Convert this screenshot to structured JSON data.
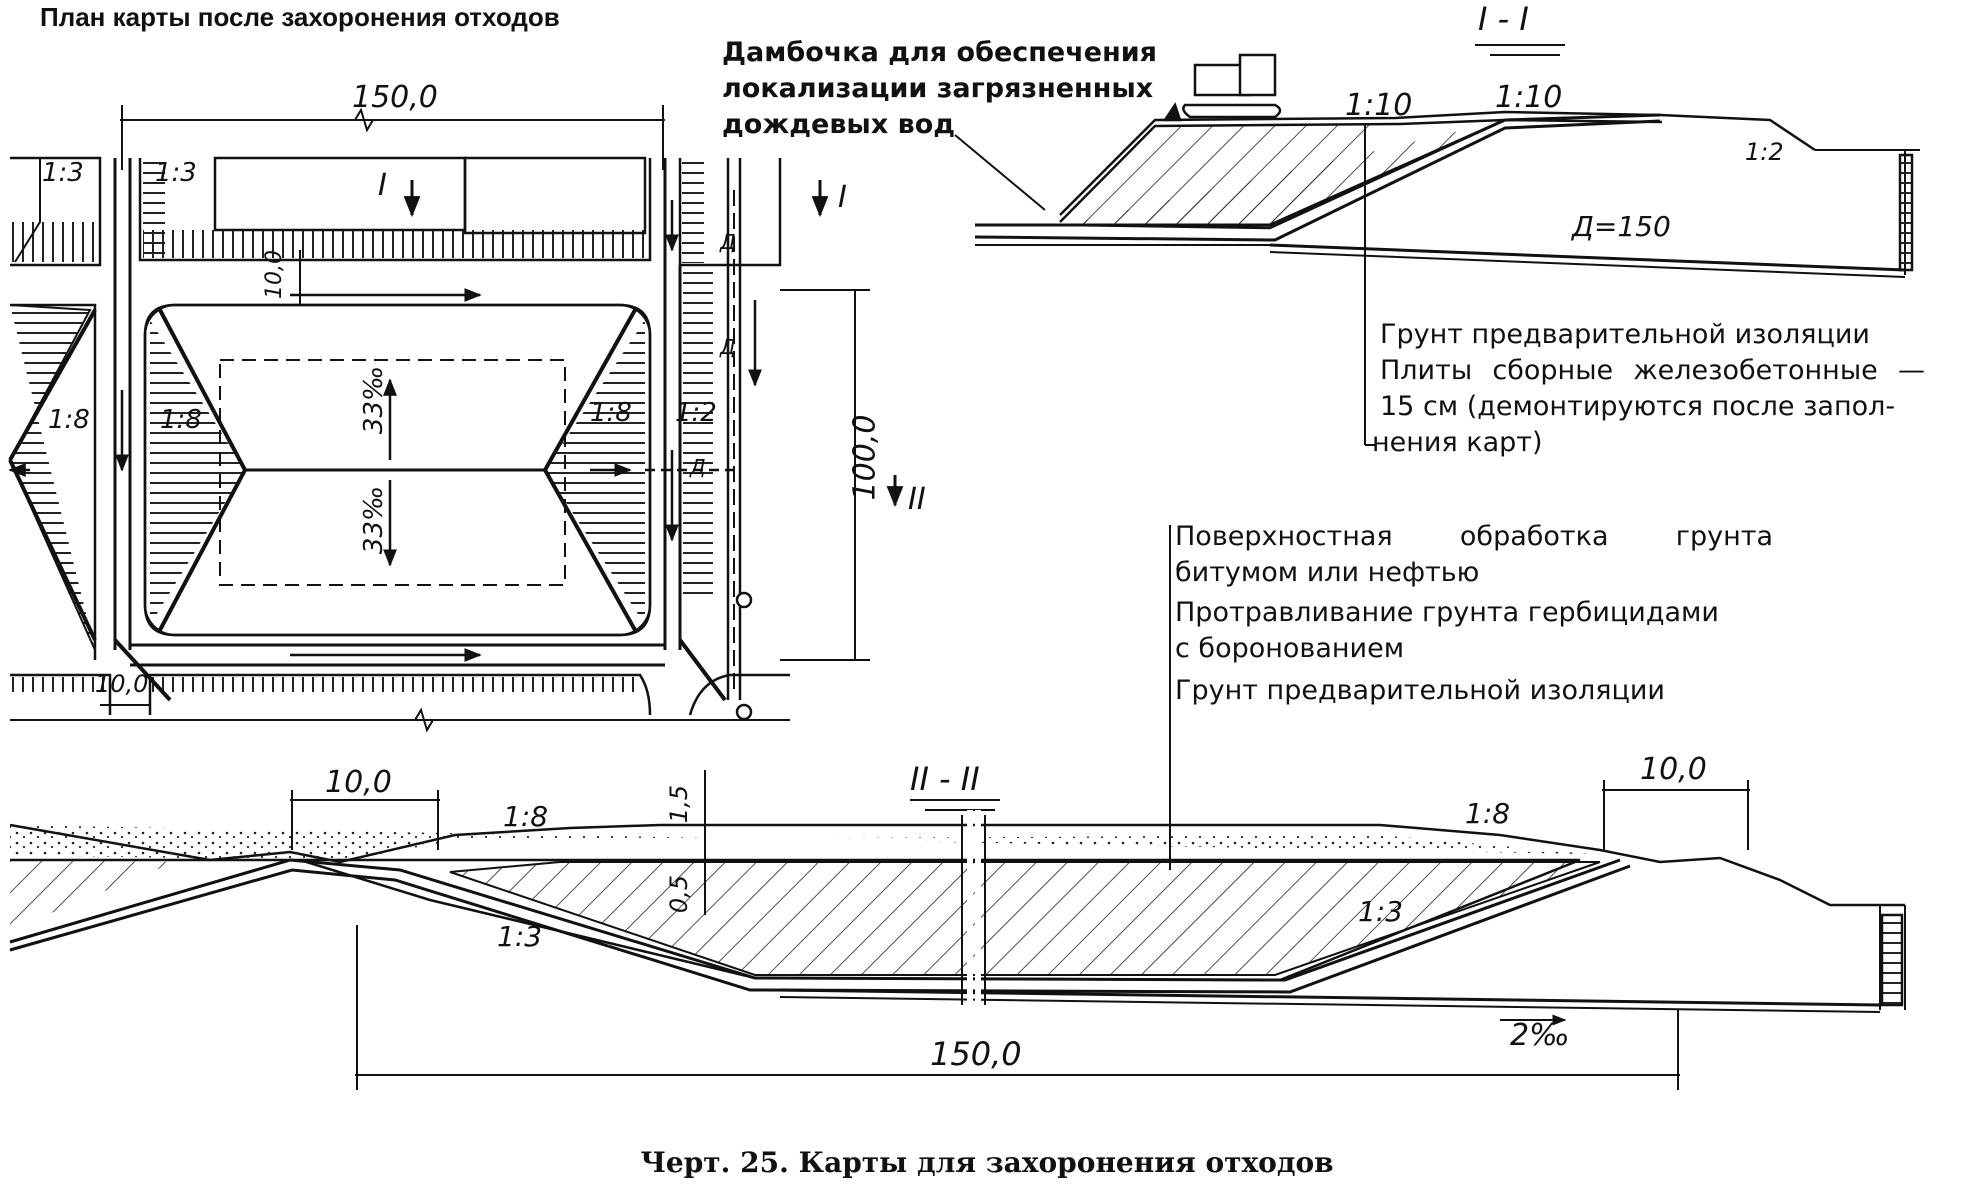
{
  "plan_title": "План карты после захоронения отходов",
  "section_labels": {
    "sec_I": "I - I",
    "sec_II": "II - II",
    "mark_I": "I",
    "mark_II": "II"
  },
  "callouts": {
    "dam": [
      "Дамбочка для обеспечения",
      "локализации загрязненных",
      "дождевых вод"
    ],
    "insulation_top": "Грунт предварительной изоляции",
    "slabs": [
      "Плиты сборные железобетонные —",
      "15 см (демонтируются после запол-",
      "нения карт)"
    ],
    "surface_treatment": [
      "Поверхностная обработка грунта",
      "битумом или нефтью"
    ],
    "herbicide": [
      "Протравливание грунта гербицидами",
      "с боронованием"
    ],
    "insulation_bottom": "Грунт предварительной изоляции"
  },
  "dimensions": {
    "plan_width": "150,0",
    "plan_height": "100,0",
    "road_width": "10,0",
    "road_width_bottom": "10,0",
    "slope_1_3": "1:3",
    "slope_1_3_b": "1:3",
    "slope_1_8_a": "1:8",
    "slope_1_8_b": "1:8",
    "slope_1_8_c": "1:8",
    "slope_1_2_plan": "1:2",
    "gradient_a": "33‰",
    "gradient_b": "33‰",
    "drain": "Д",
    "sec1_slope_a": "1:10",
    "sec1_slope_b": "1:10",
    "sec1_slope_c": "1:2",
    "sec1_diam": "Д=150",
    "sec2_left_width": "10,0",
    "sec2_right_width": "10,0",
    "sec2_slope_left": "1:8",
    "sec2_slope_right": "1:8",
    "sec2_slope_bottom_left": "1:3",
    "sec2_slope_bottom_right": "1:3",
    "sec2_h1": "1,5",
    "sec2_h2": "0,5",
    "sec2_length": "150,0",
    "sec2_gradient": "2‰"
  },
  "caption": "Черт. 25. Карты для захоронения отходов"
}
